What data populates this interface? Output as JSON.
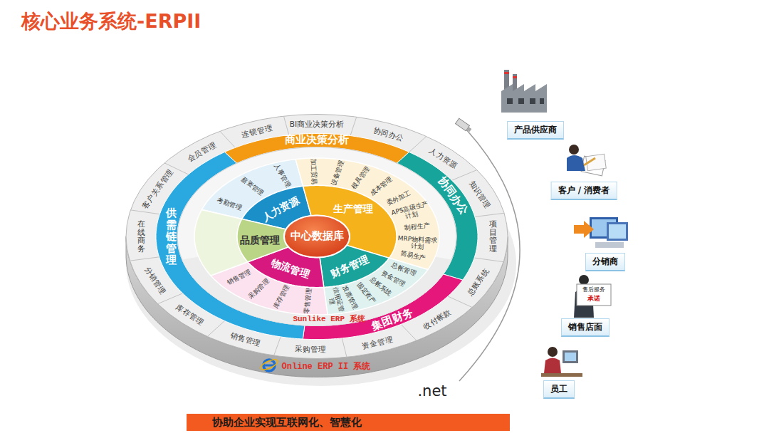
{
  "diagram": {
    "title": "核心业务系统-ERPII",
    "caption": "协助企业实现互联网化、智慧化",
    "nodes": [
      {
        "text": [
          "中心数据库"
        ]
      },
      {
        "text": [
          "人力资源"
        ]
      },
      {
        "text": [
          "生产管理"
        ]
      },
      {
        "text": [
          "财务管理"
        ]
      },
      {
        "text": [
          "物流管理"
        ]
      },
      {
        "text": [
          "品质管理"
        ]
      },
      {
        "text": [
          "商业决策分析"
        ]
      },
      {
        "text": [
          "协同办公"
        ]
      },
      {
        "text": [
          "集团财务"
        ]
      },
      {
        "text": [
          "供需链管理"
        ]
      },
      {
        "text": [
          "BI商业决策分析"
        ]
      },
      {
        "text": [
          "协同办公"
        ]
      },
      {
        "text": [
          "人力资源"
        ]
      },
      {
        "text": [
          "知识管理"
        ]
      },
      {
        "text": [
          "项目管理"
        ]
      },
      {
        "text": [
          "总账系统"
        ]
      },
      {
        "text": [
          "收付帐款"
        ]
      },
      {
        "text": [
          "资金管理"
        ]
      },
      {
        "text": [
          "采购管理"
        ]
      },
      {
        "text": [
          "销售管理"
        ]
      },
      {
        "text": [
          "库存管理"
        ]
      },
      {
        "text": [
          "分销管理"
        ]
      },
      {
        "text": [
          "在线商务"
        ]
      },
      {
        "text": [
          "客户关系管理"
        ]
      },
      {
        "text": [
          "会员管理"
        ]
      },
      {
        "text": [
          "连锁管理"
        ]
      },
      {
        "text": [
          "产品供应商"
        ]
      },
      {
        "text": [
          "客户 / 消费者"
        ]
      },
      {
        "text": [
          "分销商"
        ]
      },
      {
        "text": [
          "销售店面"
        ]
      },
      {
        "text": [
          "员工"
        ]
      }
    ],
    "labels": [
      "人事管理",
      "薪资管理",
      "考勤管理",
      "加工贸易",
      "设备管理",
      "模具管理",
      "成本管理",
      "委外加工",
      "APS高级生产计划",
      "制程生产",
      "MRP物料需求计划",
      "简易生产",
      "总帐管理",
      "资金管理",
      "总帐系统",
      "固定资产",
      "发票管理",
      "信用证管理",
      "零售管理",
      "库存管理",
      "采购管理",
      "销售管理",
      "Sunlike ERP 系统",
      "Online ERP II 系统",
      ".net",
      "售后服务",
      "承诺"
    ]
  }
}
